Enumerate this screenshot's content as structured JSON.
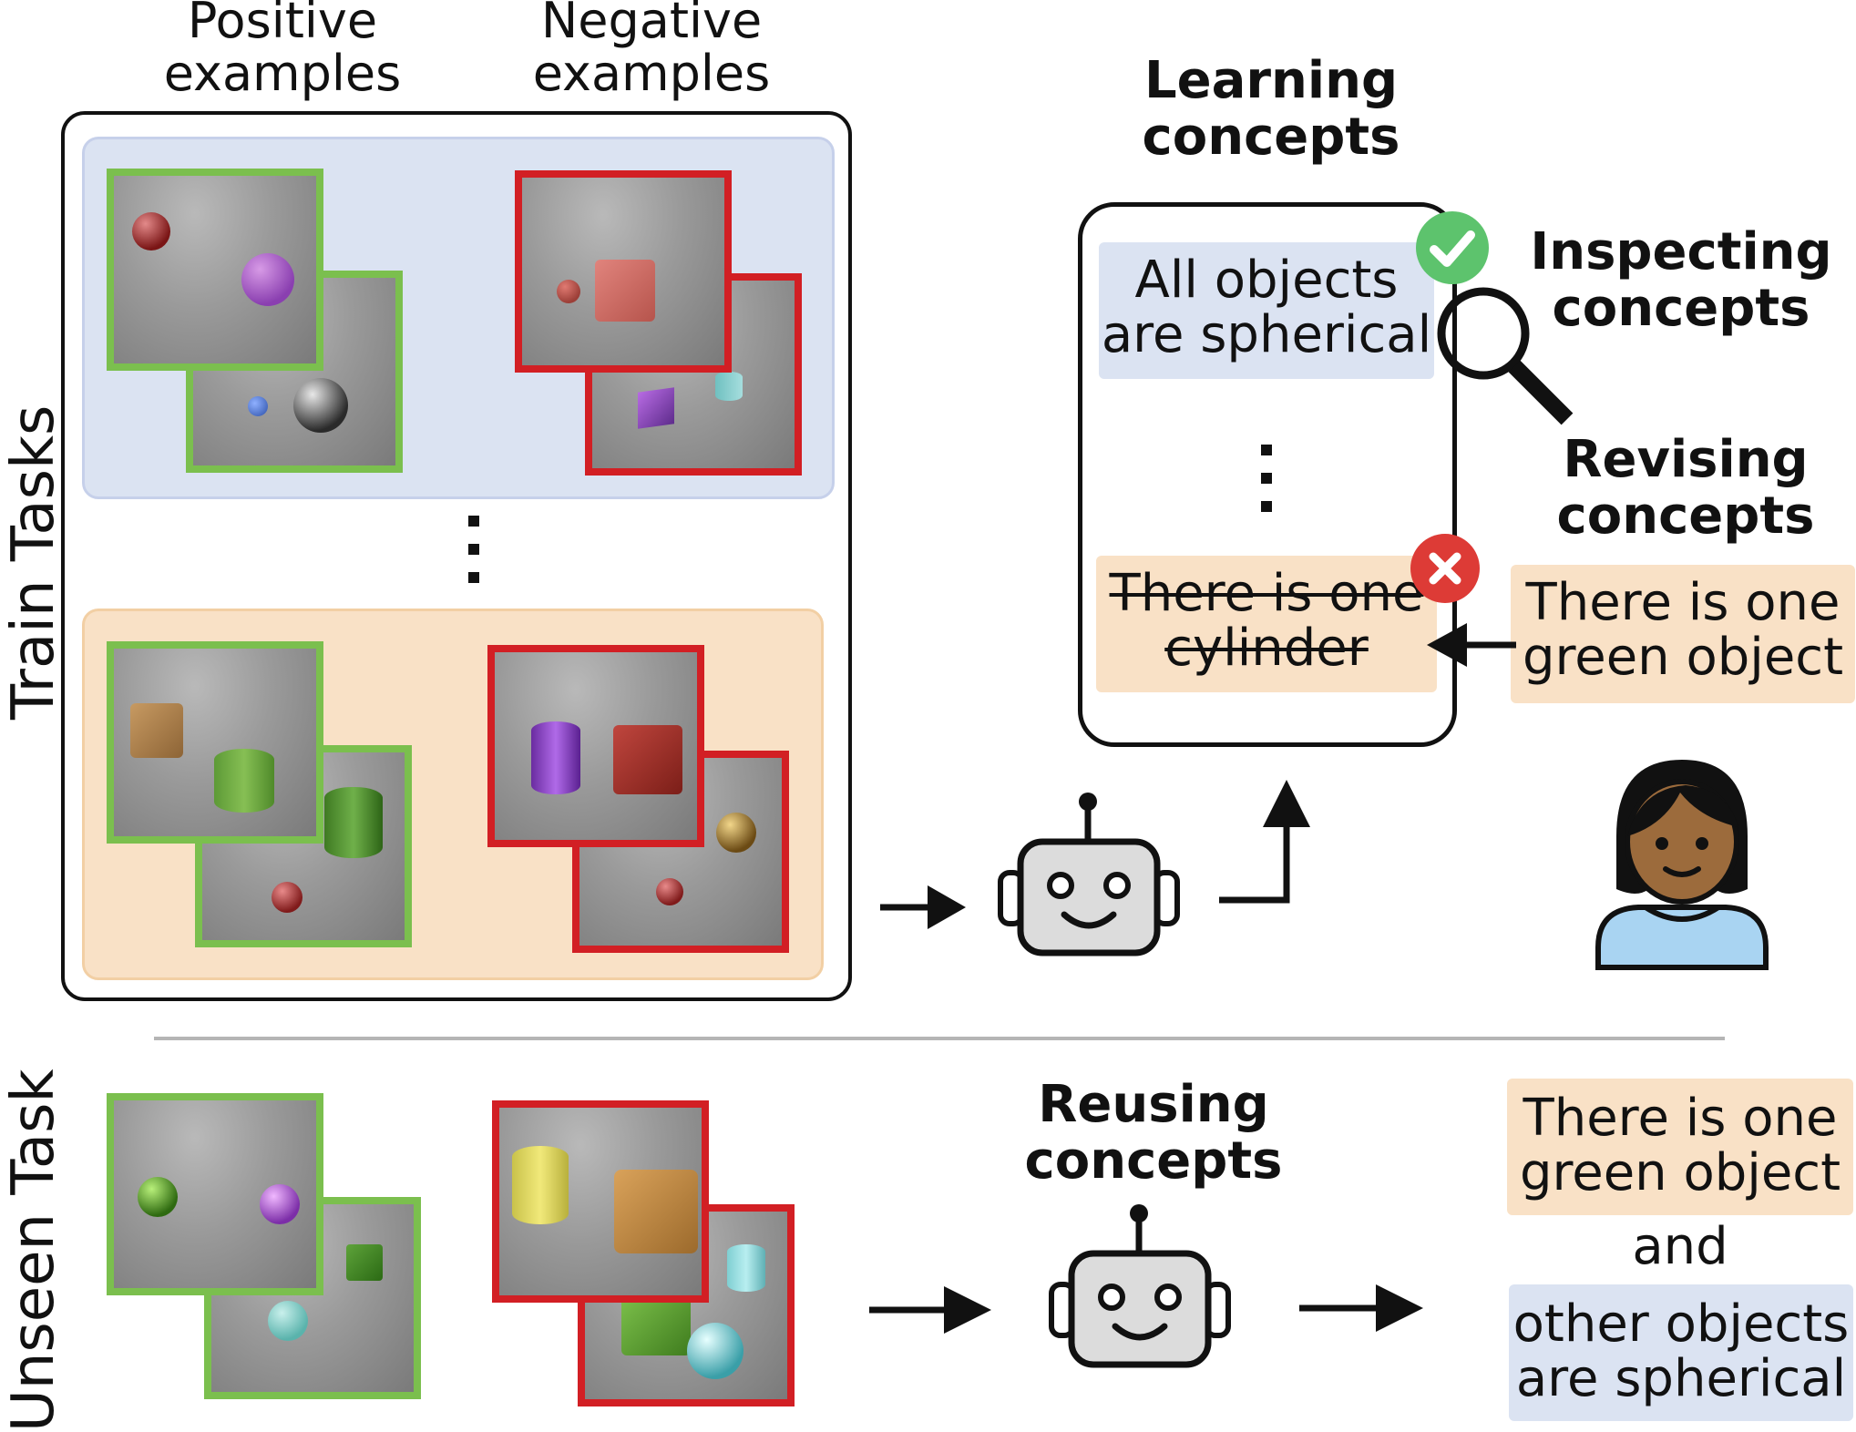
{
  "headers": {
    "positive": "Positive examples",
    "negative": "Negative examples"
  },
  "labels": {
    "train_tasks": "Train Tasks",
    "unseen_task": "Unseen Task",
    "learning_concepts": "Learning concepts",
    "inspecting_concepts": "Inspecting concepts",
    "revising_concepts": "Revising concepts",
    "reusing_concepts": "Reusing concepts"
  },
  "concepts": {
    "spherical": "All objects are spherical",
    "cylinder_struck": "There is one cylinder",
    "revised": "There is one green object",
    "output_green": "There is one green object",
    "output_and": "and",
    "output_spherical": "other objects are spherical"
  },
  "colors": {
    "positive_border": "#7bbf4e",
    "negative_border": "#d21f24",
    "blue_panel": "#dbe3f2",
    "orange_panel": "#f9e1c6",
    "check": "#5dc36d",
    "cross": "#dd3b36"
  },
  "icons": [
    "robot-icon",
    "person-icon",
    "magnifier-icon",
    "check-icon",
    "cross-icon",
    "arrow-icon"
  ]
}
